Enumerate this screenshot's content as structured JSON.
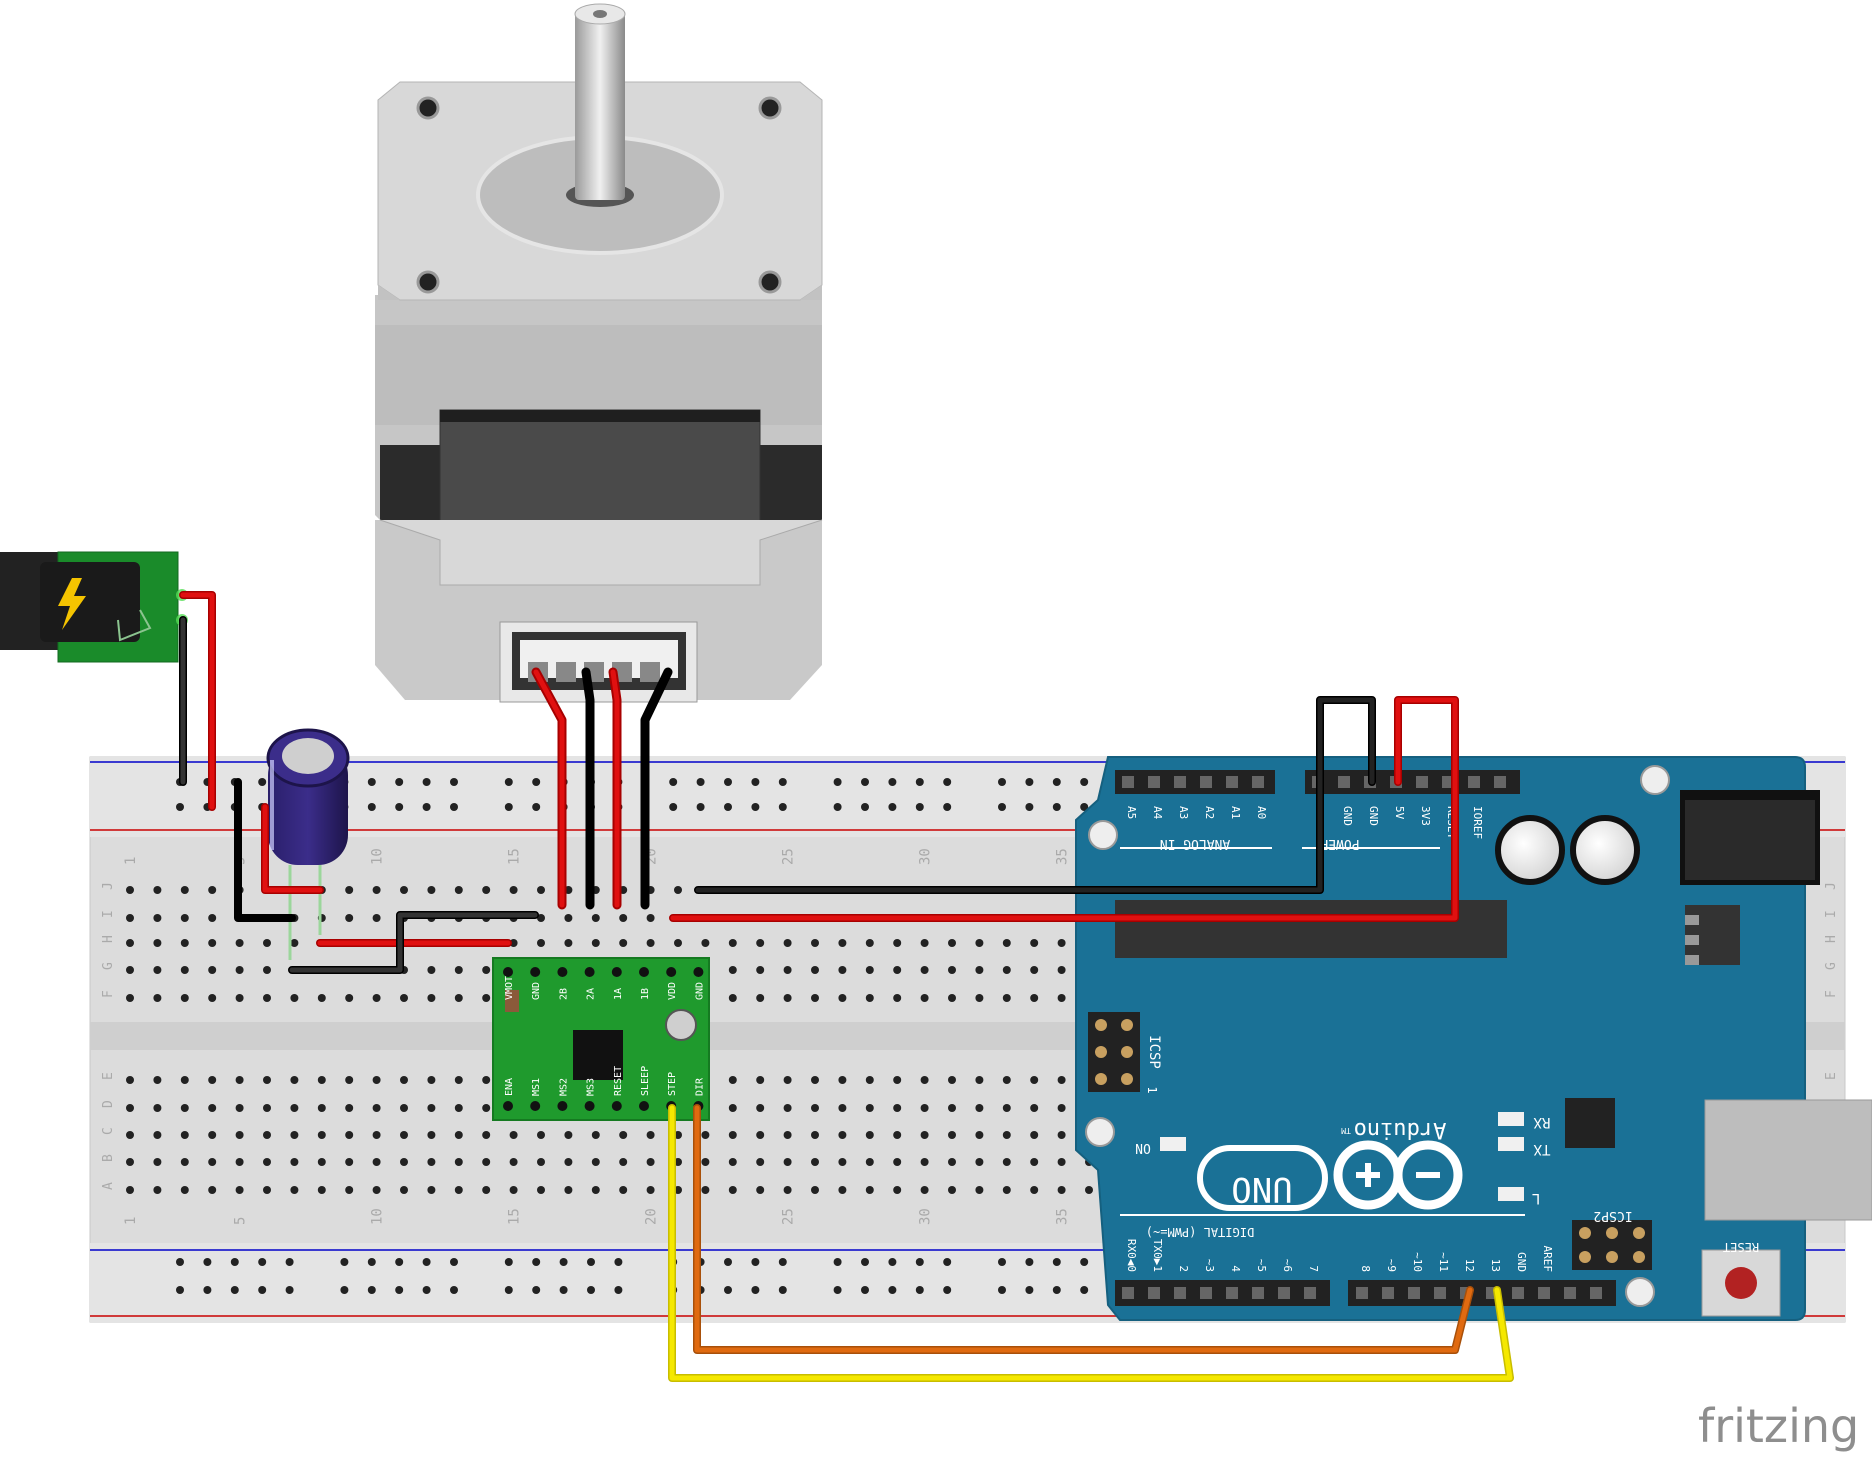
{
  "watermark": "fritzing",
  "breadboard": {
    "row_letters_top": [
      "J",
      "I",
      "H",
      "G",
      "F"
    ],
    "row_letters_bottom": [
      "E",
      "D",
      "C",
      "B",
      "A"
    ],
    "column_numbers": [
      "1",
      "5",
      "10",
      "15",
      "20",
      "25",
      "30",
      "35"
    ]
  },
  "driver": {
    "top_pins": [
      "VMOT",
      "GND",
      "2B",
      "2A",
      "1A",
      "1B",
      "VDD",
      "GND"
    ],
    "bottom_pins": [
      "ENA",
      "MS1",
      "MS2",
      "MS3",
      "RESET",
      "SLEEP",
      "STEP",
      "DIR"
    ]
  },
  "arduino": {
    "brand": "Arduino",
    "trademark": "TM",
    "model": "UNO",
    "analog_label": "ANALOG IN",
    "analog_pins": [
      "A5",
      "A4",
      "A3",
      "A2",
      "A1",
      "A0"
    ],
    "power_label": "POWER",
    "power_pins": [
      "GND",
      "GND",
      "5V",
      "3V3",
      "RESET",
      "IOREF"
    ],
    "icsp_label": "ICSP",
    "icsp2_label": "ICSP2",
    "icsp_pin1": "1",
    "on_label": "ON",
    "rx_label": "RX",
    "tx_label": "TX",
    "l_label": "L",
    "digital_label": "DIGITAL (PWM=~)",
    "digital_pins": [
      "RX0◀0",
      "TX0▶1",
      "2",
      "~3",
      "4",
      "~5",
      "~6",
      "7",
      "8",
      "~9",
      "~10",
      "~11",
      "12",
      "13",
      "GND",
      "AREF"
    ],
    "reset_label": "RESET"
  },
  "colors": {
    "wire_red": "#d40000",
    "wire_black": "#1a1a1a",
    "wire_yellow": "#f5e800",
    "wire_orange": "#e06a10",
    "arduino_blue": "#1a7196",
    "driver_green": "#1f9a2d",
    "breadboard": "#dcdcdc"
  }
}
